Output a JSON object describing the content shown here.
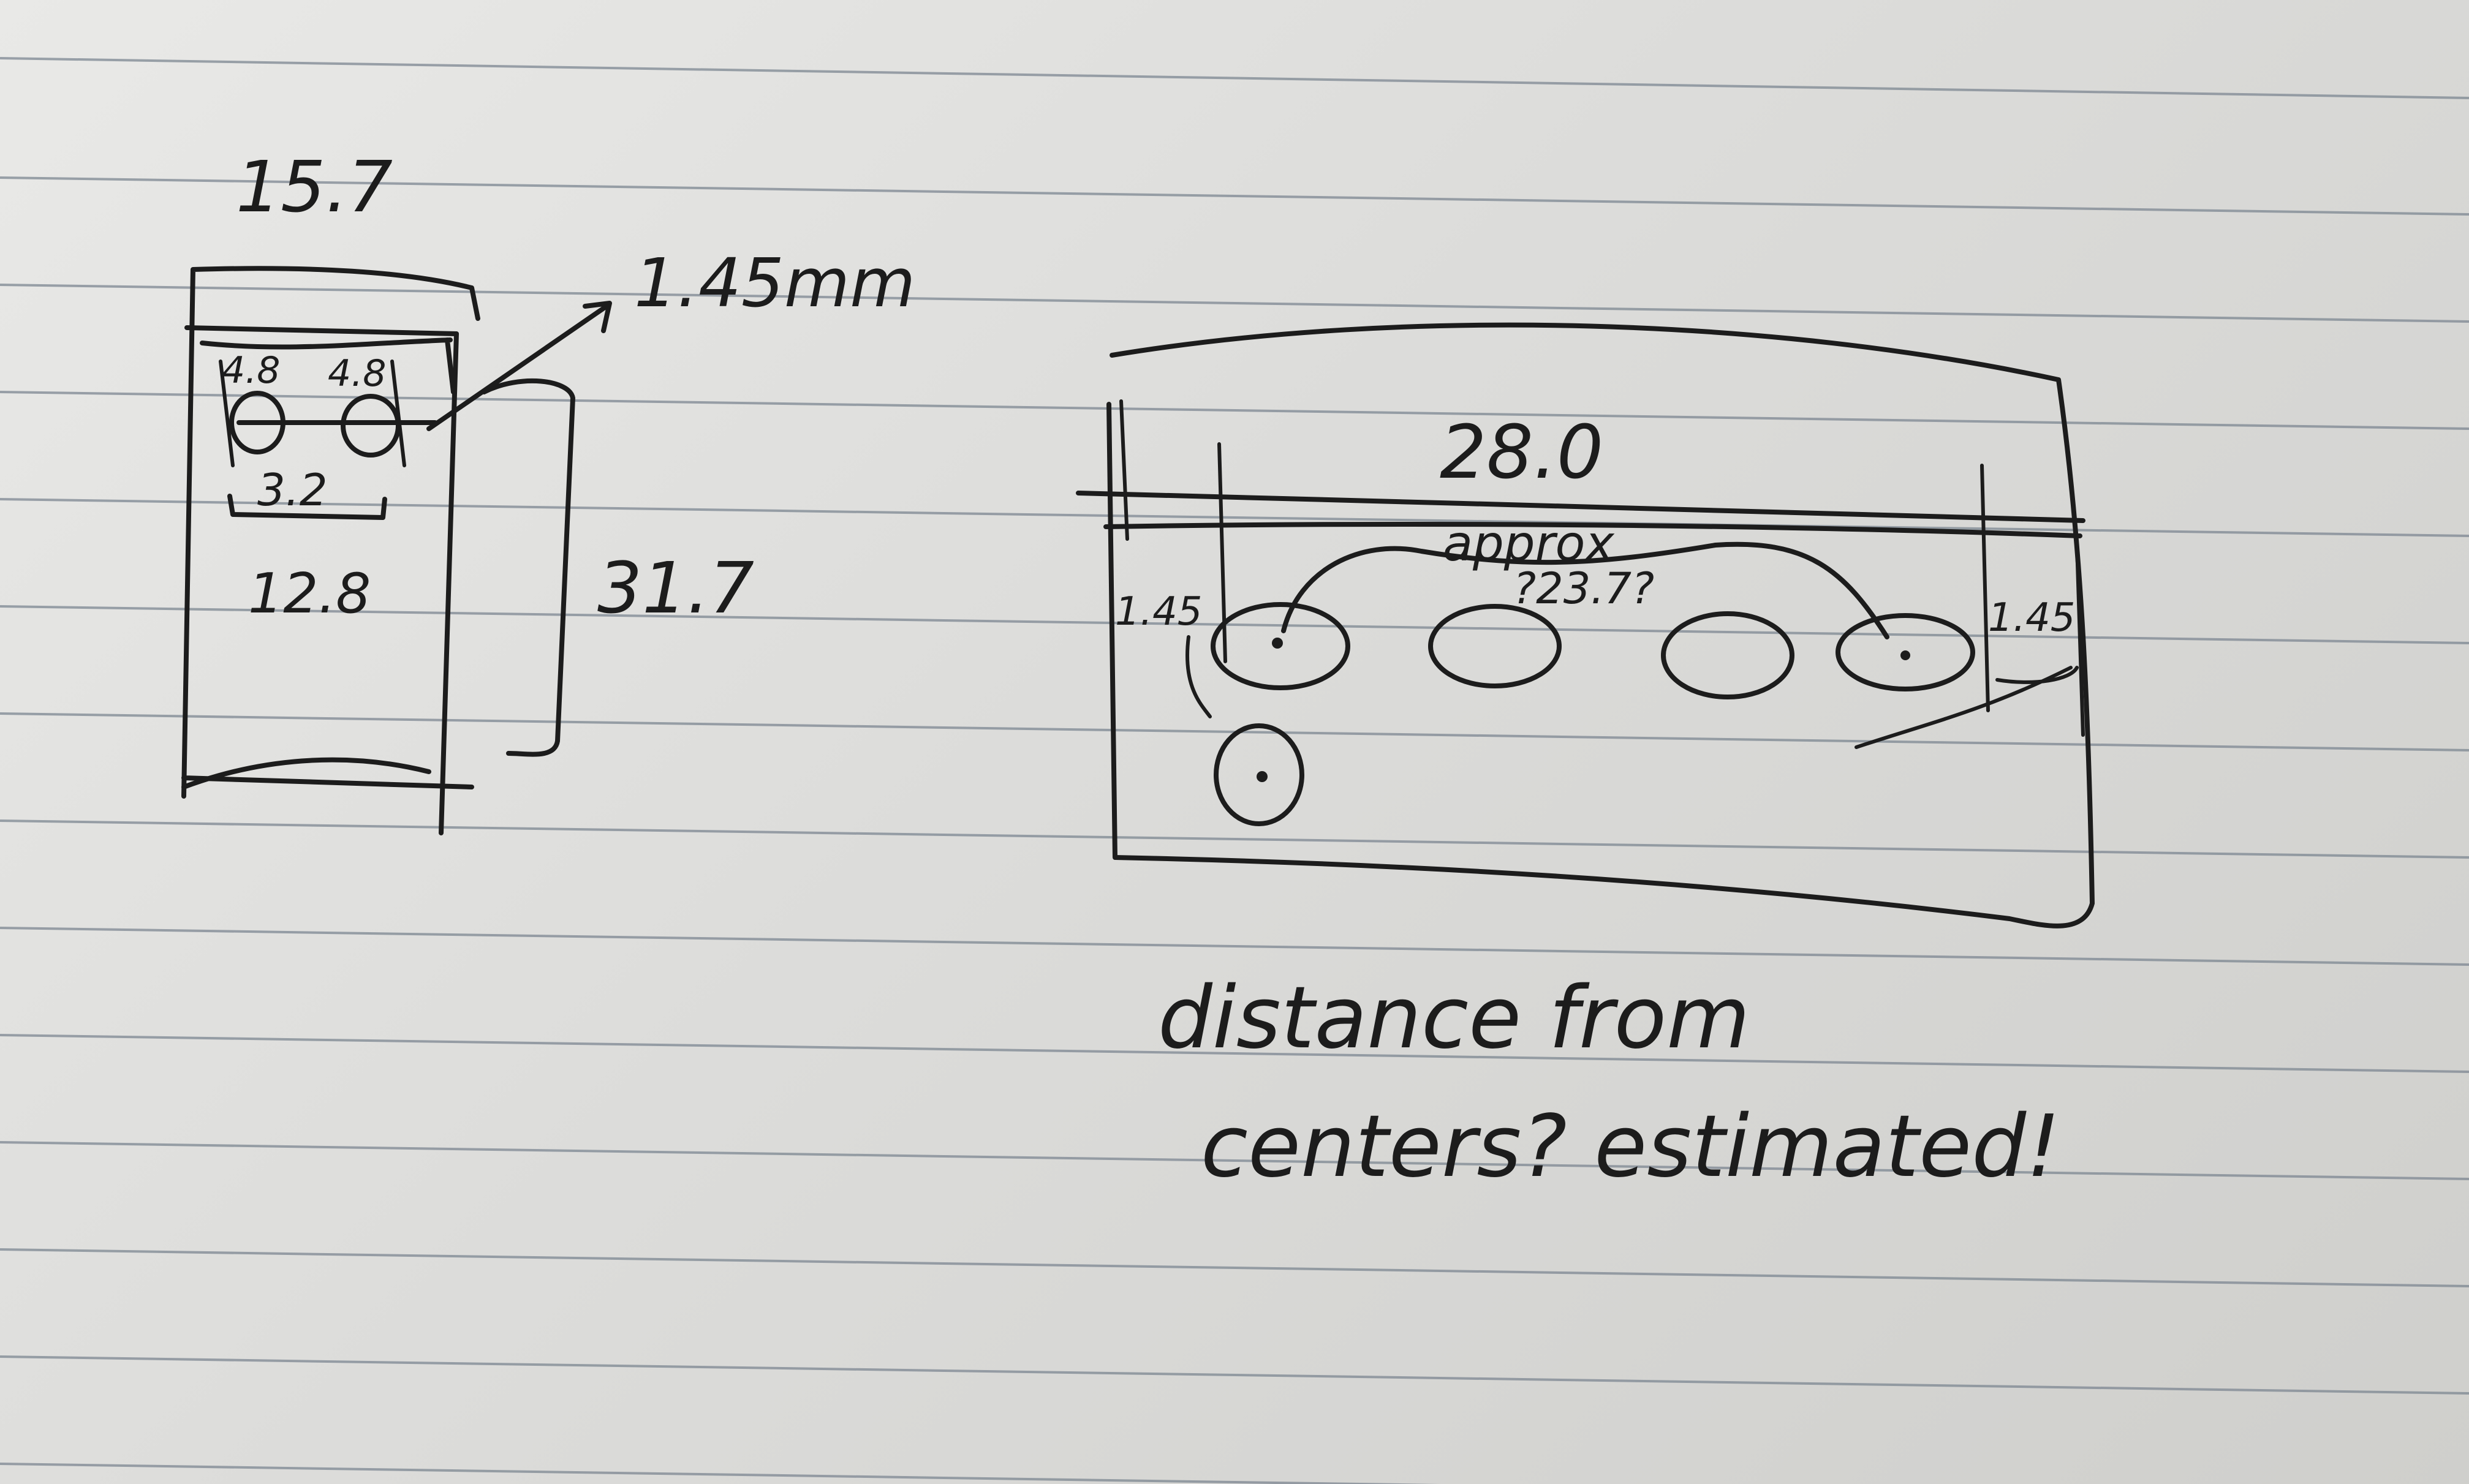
{
  "left_sketch": {
    "width_label": "15.7",
    "thickness_label": "1.45mm",
    "hole_label_left": "4.8",
    "hole_label_right": "4.8",
    "hole_spacing_label": "3.2",
    "inner_width_label": "12.8",
    "height_label": "31.7"
  },
  "right_sketch": {
    "length_label": "28.0",
    "approx_label": "approx",
    "approx_value_label": "?23.7?",
    "left_margin_label": "1.45",
    "right_margin_label": "1.45"
  },
  "notes": {
    "line1": "distance from",
    "line2": "centers? estimated!"
  },
  "colors": {
    "paper": "#e3e3e1",
    "ruled_line": "#7d8792",
    "ink": "#1c1c1c"
  }
}
